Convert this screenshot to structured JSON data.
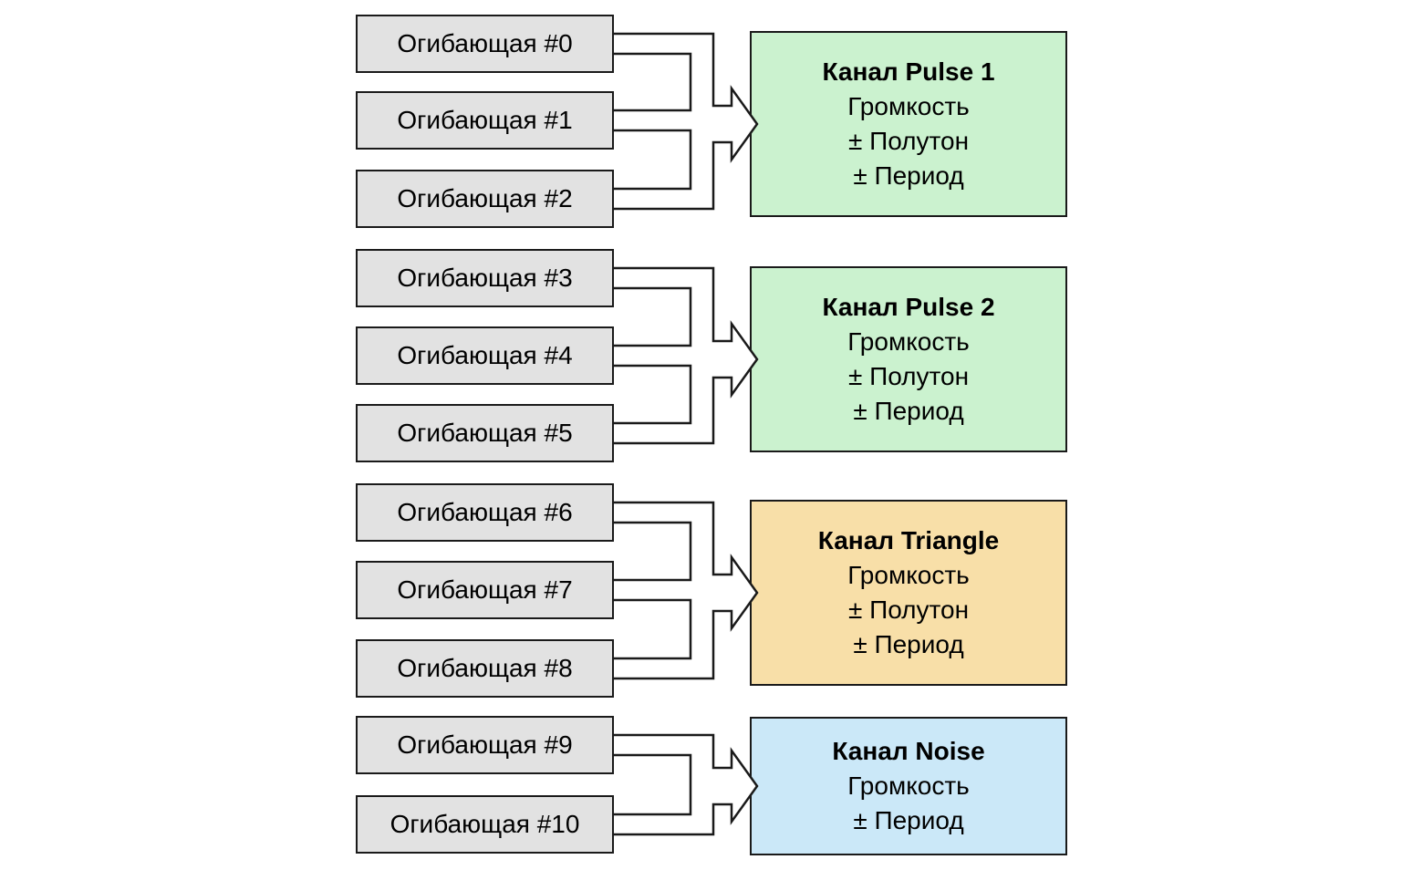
{
  "groups": [
    {
      "name": "pulse1",
      "envelopes": [
        "Огибающая #0",
        "Огибающая #1",
        "Огибающая #2"
      ],
      "channel": {
        "title": "Канал Pulse 1",
        "params": [
          "Громкость",
          "± Полутон",
          "± Период"
        ],
        "color": "#cbf2cf"
      }
    },
    {
      "name": "pulse2",
      "envelopes": [
        "Огибающая #3",
        "Огибающая #4",
        "Огибающая #5"
      ],
      "channel": {
        "title": "Канал Pulse 2",
        "params": [
          "Громкость",
          "± Полутон",
          "± Период"
        ],
        "color": "#cbf2cf"
      }
    },
    {
      "name": "triangle",
      "envelopes": [
        "Огибающая #6",
        "Огибающая #7",
        "Огибающая #8"
      ],
      "channel": {
        "title": "Канал Triangle",
        "params": [
          "Громкость",
          "± Полутон",
          "± Период"
        ],
        "color": "#f8dfa8"
      }
    },
    {
      "name": "noise",
      "envelopes": [
        "Огибающая #9",
        "Огибающая #10"
      ],
      "channel": {
        "title": "Канал Noise",
        "params": [
          "Громкость",
          "± Период"
        ],
        "color": "#cbe8f8"
      }
    }
  ],
  "colors": {
    "envelope_fill": "#e2e2e2",
    "line": "#1a1a1a",
    "pulse_fill": "#cbf2cf",
    "triangle_fill": "#f8dfa8",
    "noise_fill": "#cbe8f8",
    "background": "#ffffff"
  }
}
